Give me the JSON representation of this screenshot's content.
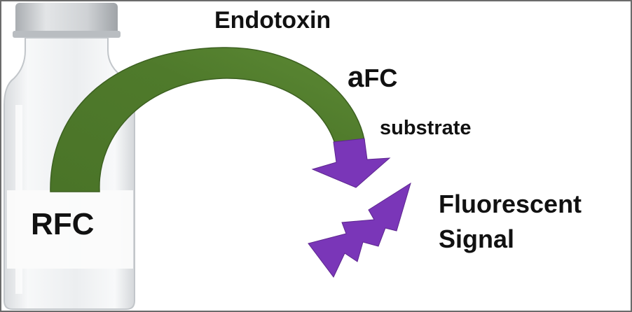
{
  "labels": {
    "endotoxin": "Endotoxin",
    "afc_prefix": "a",
    "afc_suffix": "FC",
    "substrate": "substrate",
    "fluorescent_line1": "Fluorescent",
    "fluorescent_line2": "Signal",
    "rfc": "RFC"
  },
  "colors": {
    "arrow_green": "#4f7a2b",
    "arrow_green_dark": "#3c6020",
    "arrow_purple": "#7a36b8",
    "bolt_purple": "#7a36b8",
    "rfc_text": "#5b8a2c",
    "vial_glass": "#eef0f2",
    "vial_cap": "#c9cccf",
    "text": "#111111"
  },
  "icons": {
    "vial": "glass-vial-icon",
    "arrow": "curved-arrow-icon",
    "signal": "lightning-bolt-icon"
  }
}
